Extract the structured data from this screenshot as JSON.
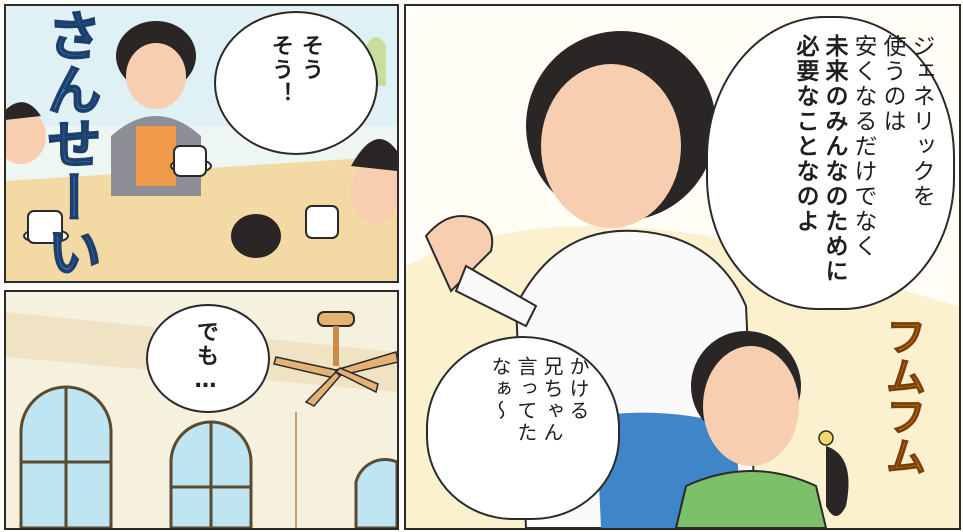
{
  "panels": {
    "top_left": {
      "sfx": "さんせーい",
      "bubble_lines": [
        "そう",
        "そう！"
      ]
    },
    "bottom_left": {
      "bubble_lines": [
        "でも…"
      ]
    },
    "right": {
      "main_bubble_lines": [
        "ジェネリックを",
        "使うのは",
        "安くなるだけでなく",
        "未来のみんなのために",
        "必要なことなのよ"
      ],
      "small_bubble_lines": [
        "かける",
        "兄ちゃん",
        "言ってた",
        "なぁ〜"
      ],
      "sfx": "フムフム"
    }
  },
  "colors": {
    "outline": "#2a2a2a",
    "skin": "#f7cfb0",
    "hair": "#2b2626",
    "sfx_blue": "#3b7bc7",
    "sfx_orange": "#f08a24",
    "sky": "#bfe4f2",
    "wall": "#f6f0de",
    "table": "#f3d9a3"
  }
}
